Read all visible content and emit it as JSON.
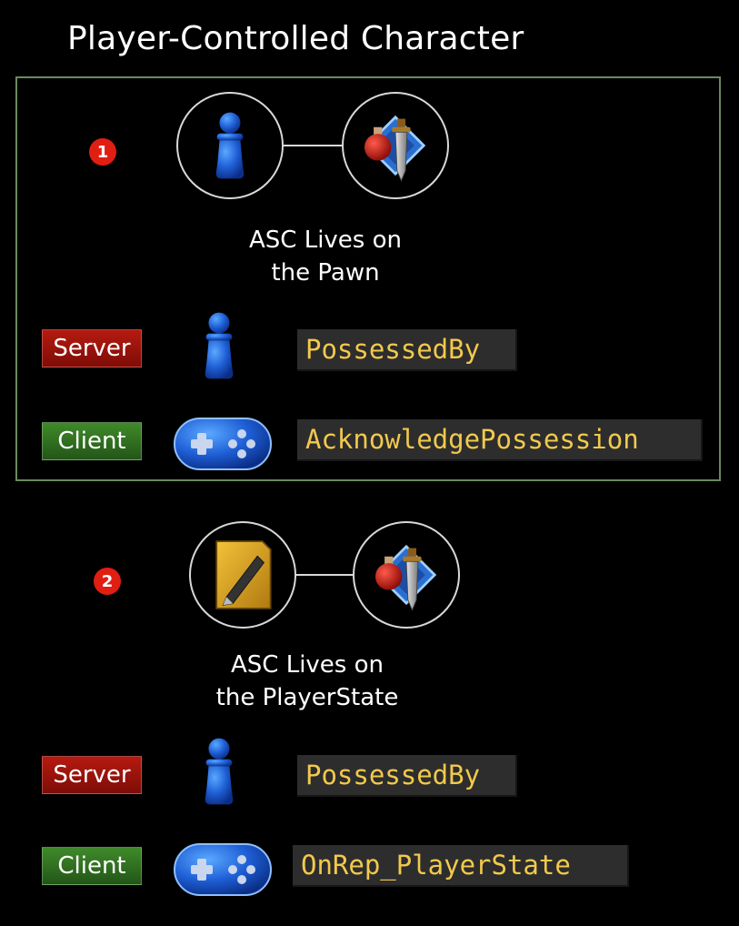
{
  "title": "Player-Controlled Character",
  "sections": [
    {
      "number": "1",
      "caption_line1": "ASC Lives on",
      "caption_line2": "the Pawn",
      "rows": [
        {
          "tag": "Server",
          "function": "PossessedBy"
        },
        {
          "tag": "Client",
          "function": "AcknowledgePossession"
        }
      ]
    },
    {
      "number": "2",
      "caption_line1": "ASC Lives on",
      "caption_line2": "the PlayerState",
      "rows": [
        {
          "tag": "Server",
          "function": "PossessedBy"
        },
        {
          "tag": "Client",
          "function": "OnRep_PlayerState"
        }
      ]
    }
  ],
  "colors": {
    "server_tag": "#b51a10",
    "client_tag": "#3f8a2a",
    "code_text": "#f2c94c",
    "number_badge": "#e01e12",
    "frame": "#6b8a5c"
  },
  "icons": [
    "pawn-icon",
    "ability-system-icon",
    "gamepad-icon",
    "playerstate-note-icon"
  ]
}
